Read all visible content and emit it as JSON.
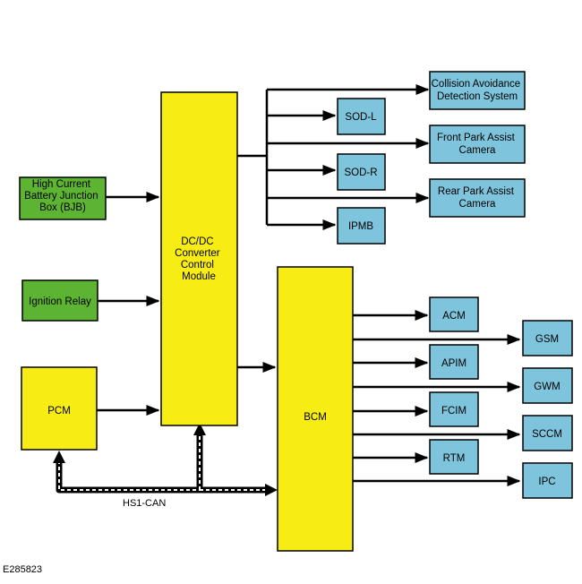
{
  "figure_id": "E285823",
  "bus_label": "HS1-CAN",
  "colors": {
    "yellow": "#f7ec13",
    "blue": "#7ec4dc",
    "green": "#5db332",
    "line": "#000000"
  },
  "sources": {
    "bjb": [
      "High Current",
      "Battery Junction",
      "Box (BJB)"
    ],
    "ignition": "Ignition Relay",
    "pcm": "PCM"
  },
  "dcdc": [
    "DC/DC",
    "Converter",
    "Control",
    "Module"
  ],
  "bcm": "BCM",
  "dcdc_outputs": {
    "cads": [
      "Collision Avoidance",
      "Detection System"
    ],
    "sodl": "SOD-L",
    "fpac": [
      "Front Park Assist",
      "Camera"
    ],
    "sodr": "SOD-R",
    "rpac": [
      "Rear Park Assist",
      "Camera"
    ],
    "ipmb": "IPMB"
  },
  "bcm_outputs": {
    "acm": "ACM",
    "gsm": "GSM",
    "apim": "APIM",
    "gwm": "GWM",
    "fcim": "FCIM",
    "sccm": "SCCM",
    "rtm": "RTM",
    "ipc": "IPC"
  }
}
